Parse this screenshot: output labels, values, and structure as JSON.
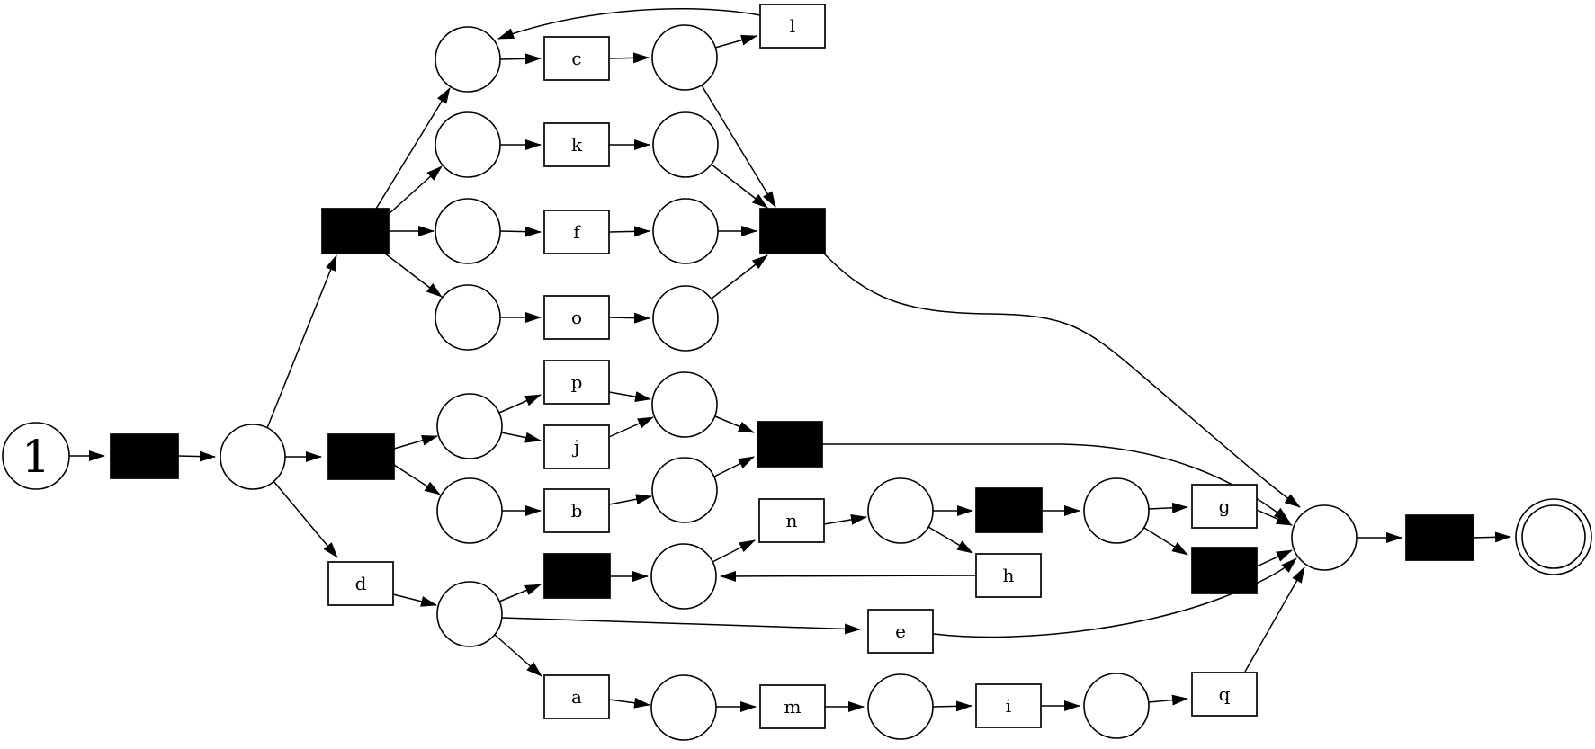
{
  "diagram": {
    "kind": "petri-net",
    "colors": {
      "background": "#ffffff",
      "stroke": "#000000",
      "silent_transition_fill": "#000000"
    },
    "labels": {
      "start_place": "1",
      "t_c": "c",
      "t_k": "k",
      "t_f": "f",
      "t_o": "o",
      "t_l": "l",
      "t_p": "p",
      "t_j": "j",
      "t_b": "b",
      "t_d": "d",
      "t_n": "n",
      "t_h": "h",
      "t_e": "e",
      "t_a": "a",
      "t_m": "m",
      "t_i": "i",
      "t_g": "g",
      "t_q": "q"
    },
    "structure": {
      "start_place_tokens": "1",
      "end_place_style": "double-circle",
      "visible_transitions": [
        "c",
        "k",
        "f",
        "o",
        "l",
        "p",
        "j",
        "b",
        "d",
        "n",
        "h",
        "e",
        "a",
        "m",
        "i",
        "g",
        "q"
      ],
      "silent_transitions_count": 9,
      "parallel_block_top": [
        "c",
        "k",
        "f",
        "o"
      ],
      "loop_on_c_branch": "l",
      "choice_block_middle": [
        [
          "p",
          "j"
        ],
        [
          "b"
        ]
      ],
      "bottom_paths": [
        [
          "n"
        ],
        [
          "e"
        ],
        [
          "a",
          "m",
          "i",
          "q"
        ]
      ],
      "loop_bottom": "h",
      "exit_choice": [
        "g",
        "silent"
      ]
    }
  }
}
